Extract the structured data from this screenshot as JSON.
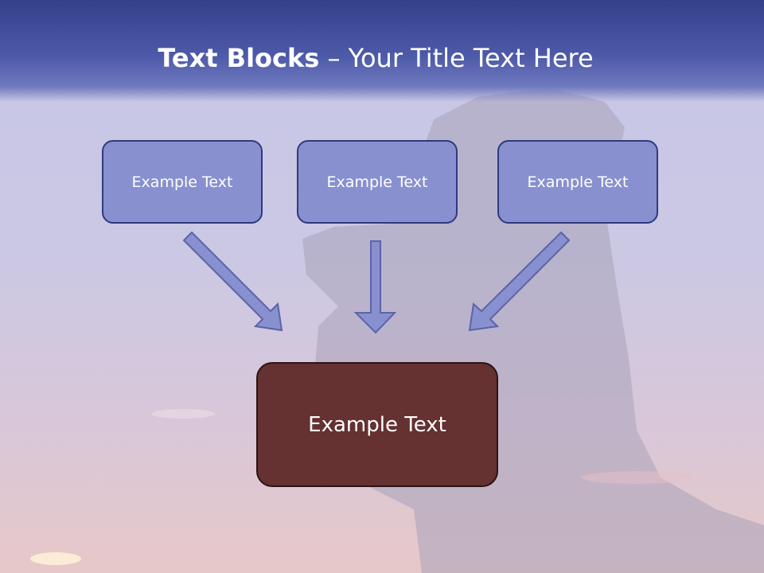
{
  "title": {
    "bold": "Text Blocks",
    "separator": " – ",
    "rest": "Your Title Text Here"
  },
  "boxes": [
    {
      "label": "Example Text"
    },
    {
      "label": "Example Text"
    },
    {
      "label": "Example Text"
    }
  ],
  "target_box": {
    "label": "Example Text"
  },
  "colors": {
    "title_bar": "#4d5aa8",
    "box_fill": "#8890cf",
    "box_border": "#2f3a7e",
    "target_fill": "#653131",
    "arrow_fill": "#8890cf"
  }
}
